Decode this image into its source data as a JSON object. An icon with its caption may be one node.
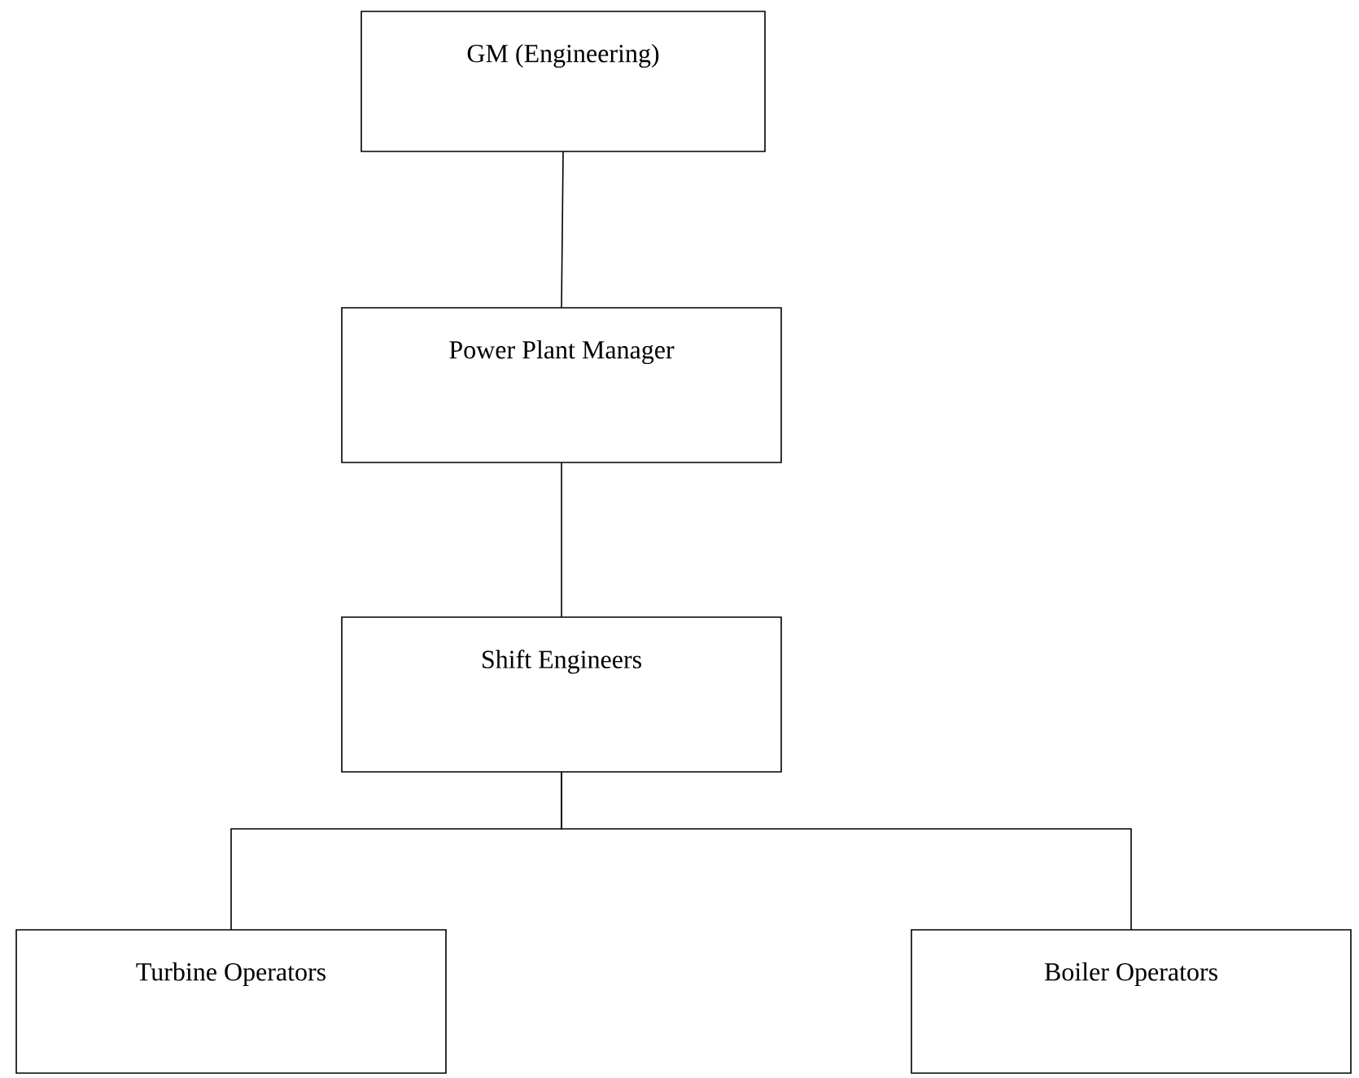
{
  "diagram": {
    "nodes": [
      {
        "text": [
          "GM (Engineering)"
        ]
      },
      {
        "text": [
          "Power Plant Manager"
        ]
      },
      {
        "text": [
          "Shift Engineers"
        ]
      },
      {
        "text": [
          "Turbine Operators"
        ]
      },
      {
        "text": [
          "Boiler Operators"
        ]
      }
    ],
    "edges": [
      {
        "from": 0,
        "to": 1,
        "arrow": "none"
      },
      {
        "from": 1,
        "to": 2,
        "arrow": "none"
      },
      {
        "from": 2,
        "to": 3,
        "arrow": "none"
      },
      {
        "from": 2,
        "to": 4,
        "arrow": "none"
      }
    ]
  }
}
